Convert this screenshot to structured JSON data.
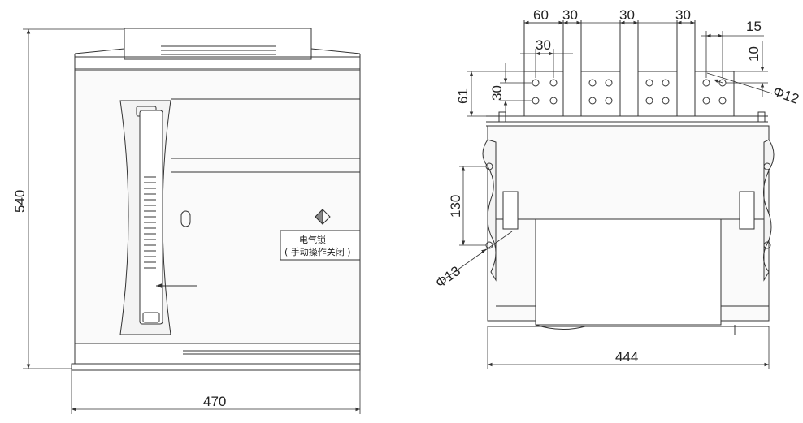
{
  "front_view": {
    "width_label": "470",
    "height_label": "540",
    "lock_label_line1": "电气锁",
    "lock_label_line2": "( 手动操作关闭 )",
    "icon": "diamond-lock-icon"
  },
  "side_view": {
    "top_dims": [
      "60",
      "30",
      "30",
      "30"
    ],
    "inner_dim": "30",
    "right_dims": [
      "15",
      "10"
    ],
    "left_dims": [
      "61",
      "30"
    ],
    "hole_top_dia": "Φ12",
    "mount_dim": "130",
    "mount_hole_dia": "Φ13",
    "width_label": "444"
  },
  "colors": {
    "line": "#333333",
    "fill": "#f3f3f3"
  }
}
